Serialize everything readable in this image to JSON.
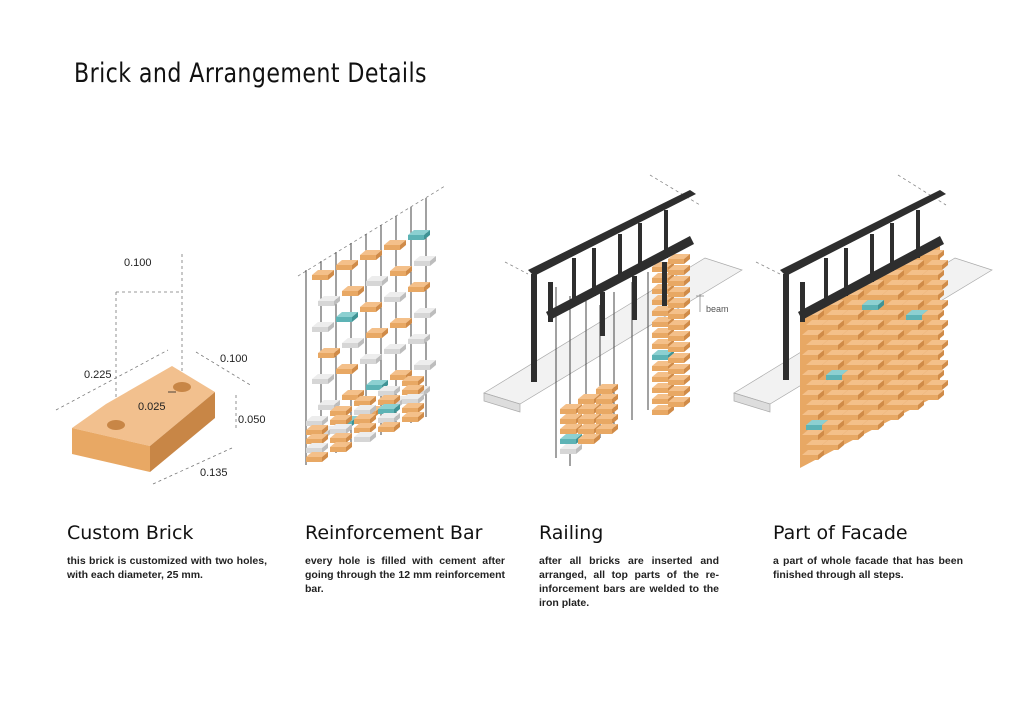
{
  "title": "Brick and Arrangement Details",
  "colors": {
    "brick_orange": "#E8A864",
    "brick_teal": "#5DB3B5",
    "brick_grey": "#D6D6D6",
    "steel_dark": "#2E2E2E",
    "beam_light": "#EDEDED"
  },
  "dimensions": {
    "top_width": "0.100",
    "side_width": "0.100",
    "length": "0.225",
    "hole_spacing": "0.025",
    "height": "0.050",
    "bottom_length": "0.135"
  },
  "labels": {
    "beam": "beam"
  },
  "sections": [
    {
      "heading": "Custom Brick",
      "description": "this brick is customized with two holes, with each diameter, 25 mm."
    },
    {
      "heading": "Reinforcement Bar",
      "description": "every hole is filled with cement after going through the 12 mm reinforcement bar."
    },
    {
      "heading": "Railing",
      "description": "after all bricks are inserted and arranged, all top parts of the re-inforcement bars are welded to the iron plate."
    },
    {
      "heading": "Part of Facade",
      "description": "a part of whole facade that has been finished through all steps."
    }
  ]
}
